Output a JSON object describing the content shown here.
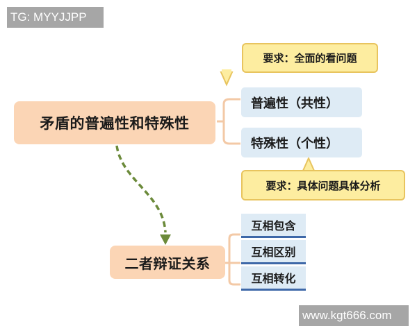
{
  "watermarks": {
    "top_left": "TG: MYYJJPP",
    "bottom_right": "www.kgt666.com"
  },
  "diagram": {
    "main_topic": "矛盾的普遍性和特殊性",
    "branches": [
      {
        "label": "普遍性（共性）",
        "callout": "要求：全面的看问题"
      },
      {
        "label": "特殊性（个性）",
        "callout": "要求：具体问题具体分析"
      }
    ],
    "second_topic": "二者辩证关系",
    "relations": [
      "互相包含",
      "互相区别",
      "互相转化"
    ],
    "colors": {
      "main_node_fill": "#fbd5b5",
      "sub_node_fill": "#deebf5",
      "callout_fill": "#fdeda0",
      "callout_border": "#e8c45e",
      "connector": "#f3c9a6",
      "arrow": "#6b8a3a",
      "leaf_underline": "#3e68a8"
    }
  }
}
